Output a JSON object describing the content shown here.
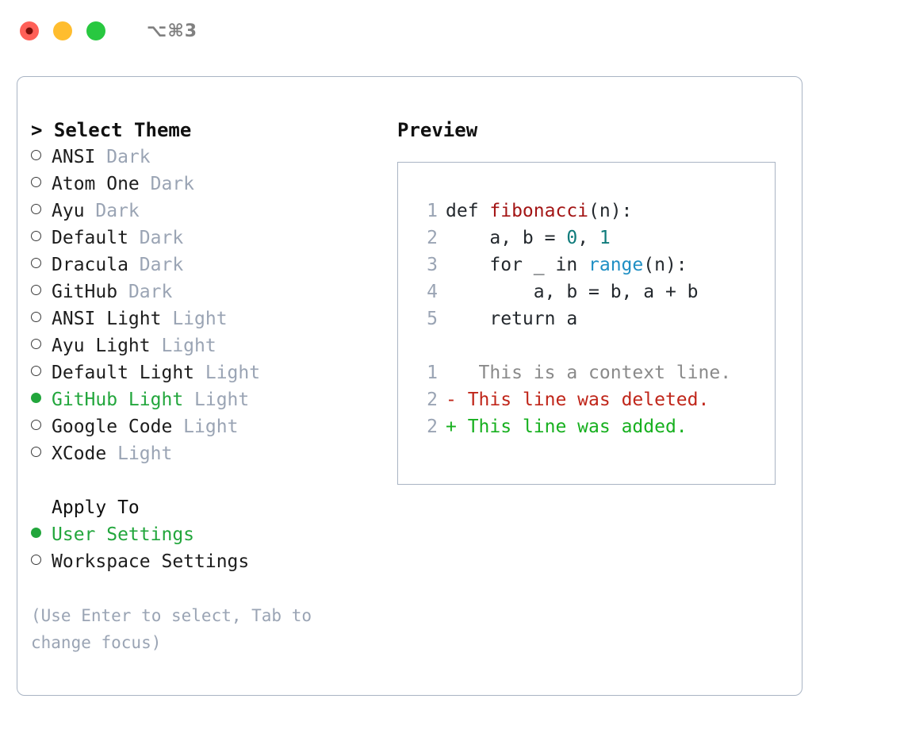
{
  "titlebar": {
    "shortcut": "⌥⌘3",
    "lights": [
      {
        "name": "close-button",
        "color": "#ff6058"
      },
      {
        "name": "minimize-button",
        "color": "#ffbd2e"
      },
      {
        "name": "maximize-button",
        "color": "#28c840"
      }
    ]
  },
  "theme_picker": {
    "header": "> Select Theme",
    "items": [
      {
        "marker": "○",
        "label": "ANSI",
        "tag": "Dark",
        "selected": false
      },
      {
        "marker": "○",
        "label": "Atom One",
        "tag": "Dark",
        "selected": false
      },
      {
        "marker": "○",
        "label": "Ayu",
        "tag": "Dark",
        "selected": false
      },
      {
        "marker": "○",
        "label": "Default",
        "tag": "Dark",
        "selected": false
      },
      {
        "marker": "○",
        "label": "Dracula",
        "tag": "Dark",
        "selected": false
      },
      {
        "marker": "○",
        "label": "GitHub",
        "tag": "Dark",
        "selected": false
      },
      {
        "marker": "○",
        "label": "ANSI Light",
        "tag": "Light",
        "selected": false
      },
      {
        "marker": "○",
        "label": "Ayu Light",
        "tag": "Light",
        "selected": false
      },
      {
        "marker": "○",
        "label": "Default Light",
        "tag": "Light",
        "selected": false
      },
      {
        "marker": "●",
        "label": "GitHub Light",
        "tag": "Light",
        "selected": true
      },
      {
        "marker": "○",
        "label": "Google Code",
        "tag": "Light",
        "selected": false
      },
      {
        "marker": "○",
        "label": "XCode",
        "tag": "Light",
        "selected": false
      }
    ]
  },
  "apply_to": {
    "header": "Apply To",
    "items": [
      {
        "marker": "●",
        "label": "User Settings",
        "selected": true
      },
      {
        "marker": "○",
        "label": "Workspace Settings",
        "selected": false
      }
    ]
  },
  "hint": "(Use Enter to select, Tab to change focus)",
  "preview": {
    "title": "Preview",
    "code_lines": [
      {
        "no": "1",
        "segments": [
          {
            "text": "def ",
            "kind": "plain"
          },
          {
            "text": "fibonacci",
            "kind": "fn"
          },
          {
            "text": "(n):",
            "kind": "plain"
          }
        ]
      },
      {
        "no": "2",
        "segments": [
          {
            "text": "    a, b = ",
            "kind": "plain"
          },
          {
            "text": "0",
            "kind": "num"
          },
          {
            "text": ", ",
            "kind": "plain"
          },
          {
            "text": "1",
            "kind": "num"
          }
        ]
      },
      {
        "no": "3",
        "segments": [
          {
            "text": "    for _ in ",
            "kind": "plain"
          },
          {
            "text": "range",
            "kind": "builtin"
          },
          {
            "text": "(n):",
            "kind": "plain"
          }
        ]
      },
      {
        "no": "4",
        "segments": [
          {
            "text": "        a, b = b, a + b",
            "kind": "plain"
          }
        ]
      },
      {
        "no": "5",
        "segments": [
          {
            "text": "    return a",
            "kind": "plain"
          }
        ]
      }
    ],
    "diff_lines": [
      {
        "no": "1",
        "sign": " ",
        "text": "  This is a context line.",
        "kind": "ctx"
      },
      {
        "no": "2",
        "sign": "-",
        "text": " This line was deleted.",
        "kind": "del"
      },
      {
        "no": "2",
        "sign": "+",
        "text": " This line was added.",
        "kind": "add"
      }
    ]
  },
  "colors": {
    "accent_green": "#22a63c",
    "muted": "#9aa4b4",
    "border": "#a9b4c4",
    "fn_red": "#a31515",
    "num_teal": "#0f7b7b",
    "builtin_blue": "#1f8fc4",
    "diff_del": "#c0261a",
    "diff_add": "#17b01f"
  }
}
